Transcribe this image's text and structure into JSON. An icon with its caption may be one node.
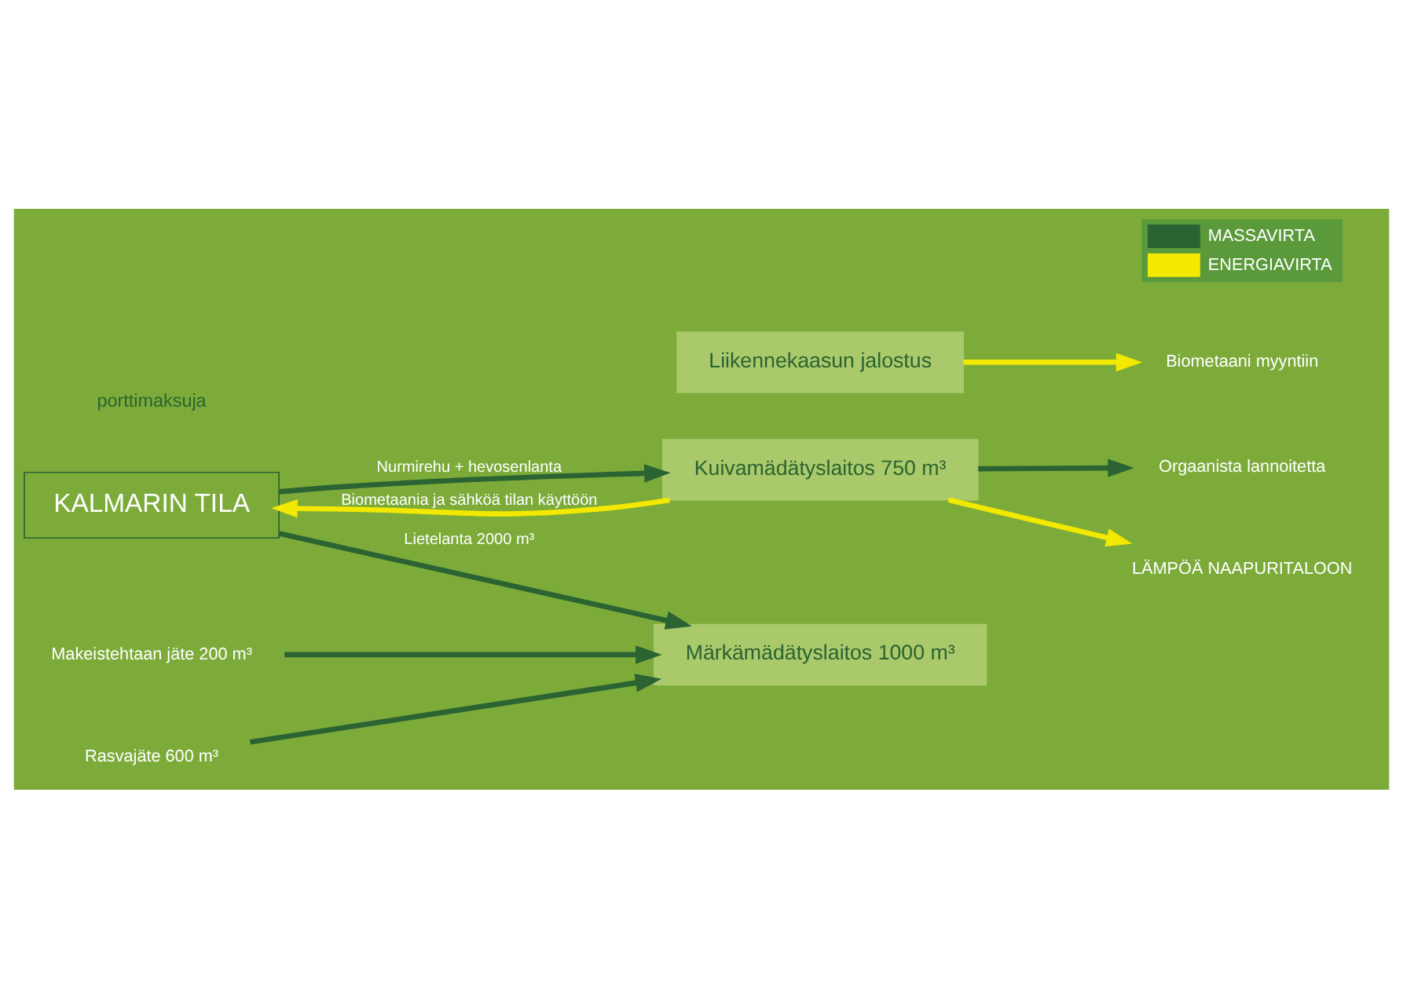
{
  "diagram": {
    "nodes": [
      {
        "text": [
          "KALMARIN TILA"
        ]
      },
      {
        "text": [
          "Kuivamädätyslaitos 750 m³"
        ]
      },
      {
        "text": [
          "Märkämädätyslaitos 1000 m³"
        ]
      },
      {
        "text": [
          "Liikennekaasun jalostus"
        ]
      },
      {
        "text": [
          "Orgaanista lannoitetta"
        ]
      },
      {
        "text": [
          "LÄMPÖÄ NAAPURITALOON"
        ]
      },
      {
        "text": [
          "Biometaani myyntiin"
        ]
      },
      {
        "text": [
          "Makeistehtaan jäte 200 m³"
        ]
      },
      {
        "text": [
          "Rasvajäte 600 m³"
        ]
      }
    ],
    "edges": [
      {
        "from": 0,
        "to": 1,
        "arrow": "to",
        "label": "Nurmirehu + hevosenlanta"
      },
      {
        "from": 0,
        "to": 2,
        "arrow": "to",
        "label": "Lietelanta 2000 m³"
      },
      {
        "from": 7,
        "to": 2,
        "arrow": "to"
      },
      {
        "from": 8,
        "to": 2,
        "arrow": "to"
      },
      {
        "from": 1,
        "to": 4,
        "arrow": "to"
      },
      {
        "from": 1,
        "to": 0,
        "arrow": "to",
        "label": "Biometaania ja sähköä tilan käyttöön",
        "color": "#f2e800"
      },
      {
        "from": 1,
        "to": 5,
        "arrow": "to",
        "color": "#f2e800"
      },
      {
        "from": 3,
        "to": 6,
        "arrow": "to",
        "color": "#f2e800"
      }
    ],
    "labels": [
      "porttimaksuja"
    ],
    "legend": [
      {
        "text": "MASSAVIRTA",
        "color": "#2b6332"
      },
      {
        "text": "ENERGIAVIRTA",
        "color": "#f2e800"
      }
    ]
  }
}
